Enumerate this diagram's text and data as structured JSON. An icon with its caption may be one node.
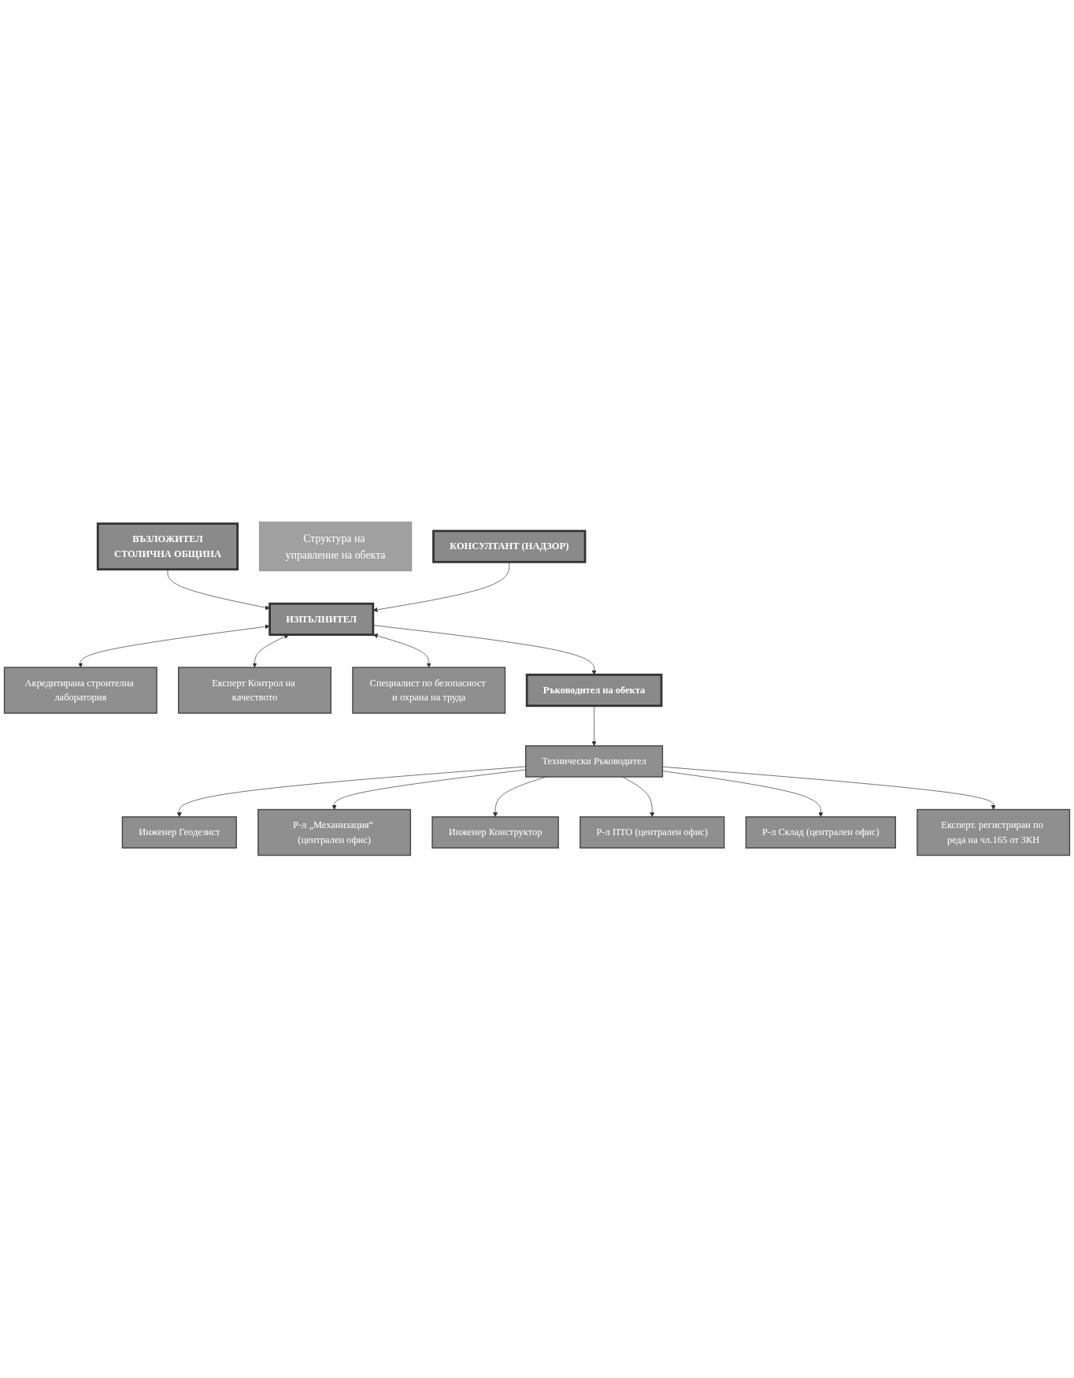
{
  "diagram": {
    "nodes": [
      {
        "text": [
          "ВЪЗЛОЖИТЕЛ",
          "СТОЛИЧНА ОБЩИНА"
        ]
      },
      {
        "text": [
          "Структура на управление на обекта"
        ]
      },
      {
        "text": [
          "КОНСУЛТАНТ (НАДЗОР)"
        ]
      },
      {
        "text": [
          "ИЗПЪЛНИТЕЛ"
        ]
      },
      {
        "text": [
          "Акредитирана строителна лаборатория"
        ]
      },
      {
        "text": [
          "Експерт Контрол на качеството"
        ]
      },
      {
        "text": [
          "Специалист по безопасност и охрана на труда"
        ]
      },
      {
        "text": [
          "Ръководител на обекта"
        ]
      },
      {
        "text": [
          "Технически Ръководител"
        ]
      },
      {
        "text": [
          "Инженер Геодезист"
        ]
      },
      {
        "text": [
          "Р-л „Механизация“ (централен офис)"
        ]
      },
      {
        "text": [
          "Инженер Конструктор"
        ]
      },
      {
        "text": [
          "Р-л ПТО (централен офис)"
        ]
      },
      {
        "text": [
          "Р-л Склад (централен офис)"
        ]
      },
      {
        "text": [
          "Експерт. регистриран по реда на чл.165 от ЗКН"
        ]
      }
    ],
    "edges": [
      {
        "from": 0,
        "to": 3,
        "arrow": "to"
      },
      {
        "from": 2,
        "to": 3,
        "arrow": "to"
      },
      {
        "from": 3,
        "to": 4,
        "arrow": "both"
      },
      {
        "from": 3,
        "to": 5,
        "arrow": "both"
      },
      {
        "from": 3,
        "to": 6,
        "arrow": "both"
      },
      {
        "from": 3,
        "to": 7,
        "arrow": "to"
      },
      {
        "from": 7,
        "to": 8,
        "arrow": "to"
      },
      {
        "from": 8,
        "to": 9,
        "arrow": "to"
      },
      {
        "from": 8,
        "to": 10,
        "arrow": "to"
      },
      {
        "from": 8,
        "to": 11,
        "arrow": "to"
      },
      {
        "from": 8,
        "to": 12,
        "arrow": "to"
      },
      {
        "from": 8,
        "to": 13,
        "arrow": "to"
      },
      {
        "from": 8,
        "to": 14,
        "arrow": "to"
      }
    ]
  }
}
